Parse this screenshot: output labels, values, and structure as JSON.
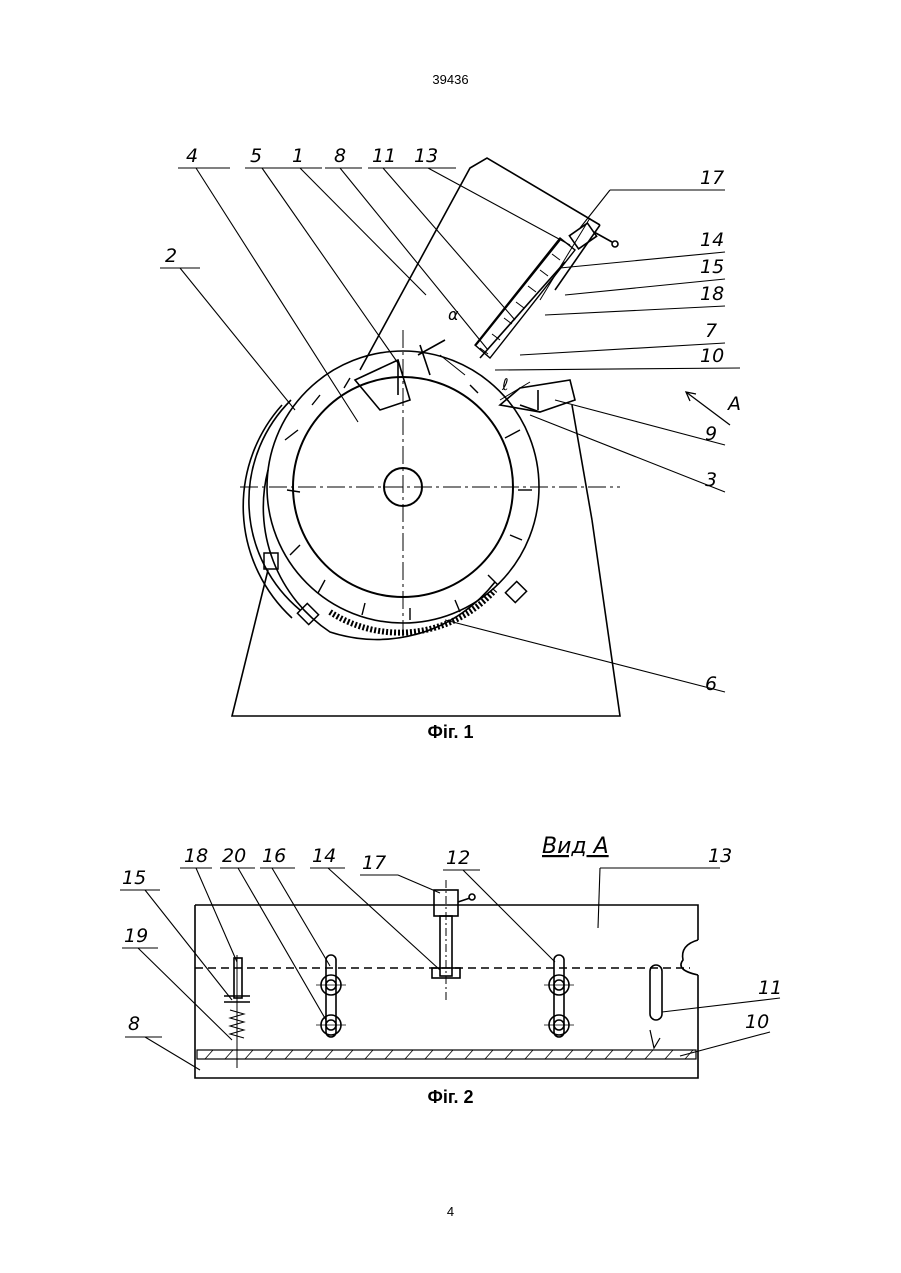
{
  "header": {
    "patent_number": "39436"
  },
  "figure1": {
    "caption": "Фіг. 1",
    "labels": [
      "4",
      "5",
      "1",
      "8",
      "11",
      "13",
      "17",
      "2",
      "14",
      "15",
      "18",
      "7",
      "10",
      "9",
      "3",
      "6"
    ],
    "arrow_label": "A",
    "angle_label": "α",
    "length_label": "ℓ"
  },
  "figure2": {
    "caption": "Фіг. 2",
    "view_title": "Вид А",
    "labels": [
      "18",
      "20",
      "16",
      "14",
      "17",
      "12",
      "13",
      "15",
      "19",
      "11",
      "8",
      "10"
    ]
  },
  "footer": {
    "page_number": "4"
  }
}
